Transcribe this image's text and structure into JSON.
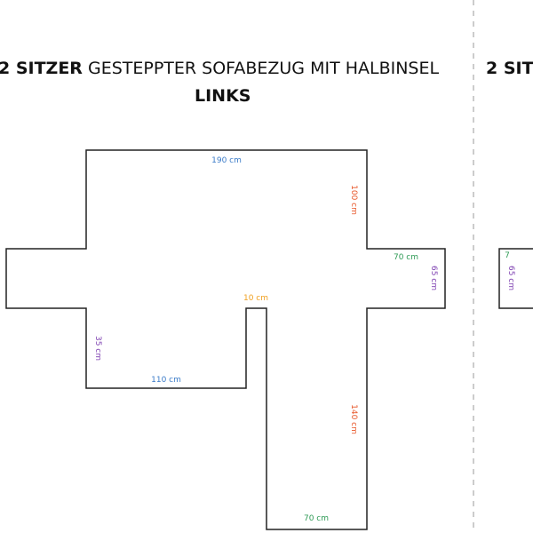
{
  "left_panel": {
    "title_bold": "2 SITZER",
    "title_rest": "GESTEPPTER SOFABEZUG MIT HALBINSEL",
    "title_line2": "LINKS",
    "dimensions": {
      "top_width": "190 cm",
      "right_height": "100 cm",
      "arm_right_width": "70 cm",
      "arm_right_depth": "65 cm",
      "gap": "10 cm",
      "left_depth": "35 cm",
      "bottom_left_width": "110 cm",
      "chaise_length": "140 cm",
      "chaise_width": "70 cm"
    }
  },
  "right_panel": {
    "title_clipped": "2 SIT",
    "arm_width_clipped": "7",
    "arm_depth": "65 cm"
  },
  "colors": {
    "blue": "#3a7bc8",
    "orange_red": "#e8572a",
    "green": "#2e9a55",
    "purple": "#7d3fb0",
    "orange": "#f0a020"
  }
}
